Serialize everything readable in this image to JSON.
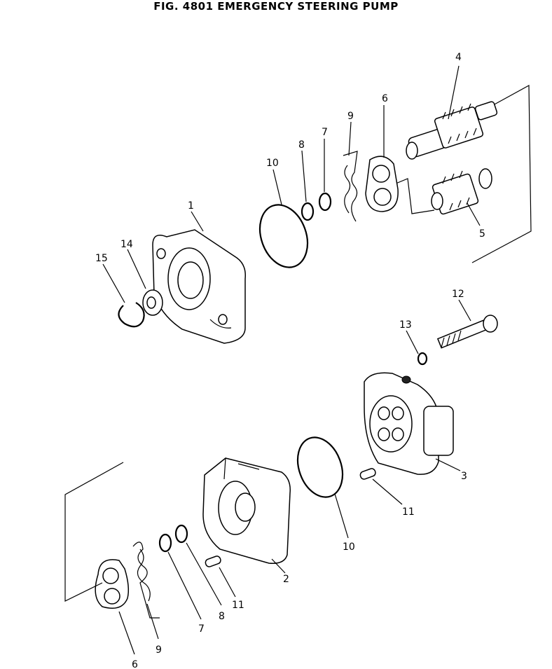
{
  "figure": {
    "title": "FIG. 4801  EMERGENCY STEERING PUMP"
  },
  "callouts": {
    "c1": "1",
    "c2": "2",
    "c3": "3",
    "c4": "4",
    "c5": "5",
    "c6a": "6",
    "c6b": "6",
    "c7a": "7",
    "c7b": "7",
    "c8a": "8",
    "c8b": "8",
    "c9a": "9",
    "c9b": "9",
    "c10a": "10",
    "c10b": "10",
    "c11a": "11",
    "c11b": "11",
    "c12": "12",
    "c13": "13",
    "c14": "14",
    "c15": "15"
  }
}
